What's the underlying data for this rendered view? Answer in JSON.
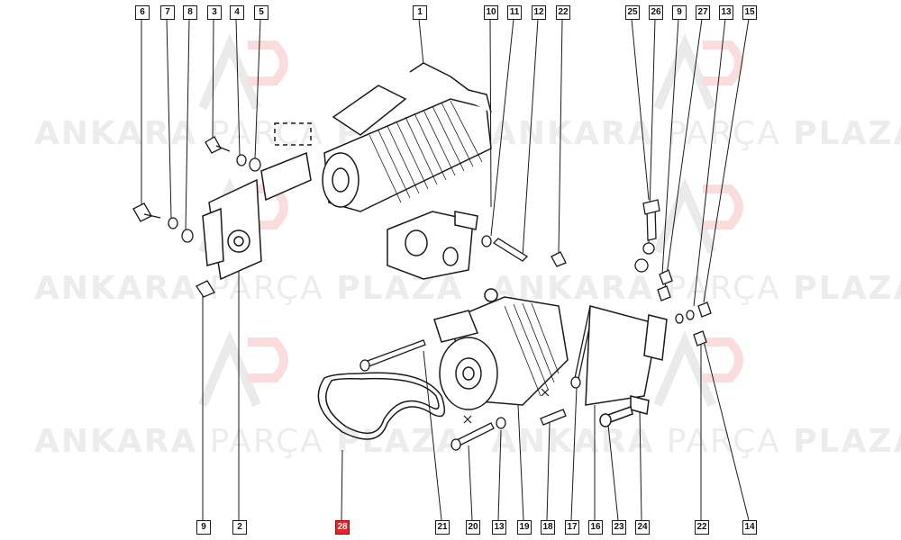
{
  "watermark": {
    "word1": "ANKARA",
    "word2": "PARÇA",
    "word3": "PLAZA",
    "logo": "AP-logo"
  },
  "colors": {
    "line": "#1a1a1a",
    "highlight": "#e5242b",
    "watermark": "#969696"
  },
  "top_callouts": [
    "6",
    "7",
    "8",
    "3",
    "4",
    "5",
    "1",
    "10",
    "11",
    "12",
    "22",
    "25",
    "26",
    "9",
    "27",
    "13",
    "15"
  ],
  "bottom_callouts": [
    "9",
    "2",
    "28",
    "21",
    "20",
    "13",
    "19",
    "18",
    "17",
    "16",
    "23",
    "24",
    "22",
    "14"
  ],
  "highlighted": "28"
}
